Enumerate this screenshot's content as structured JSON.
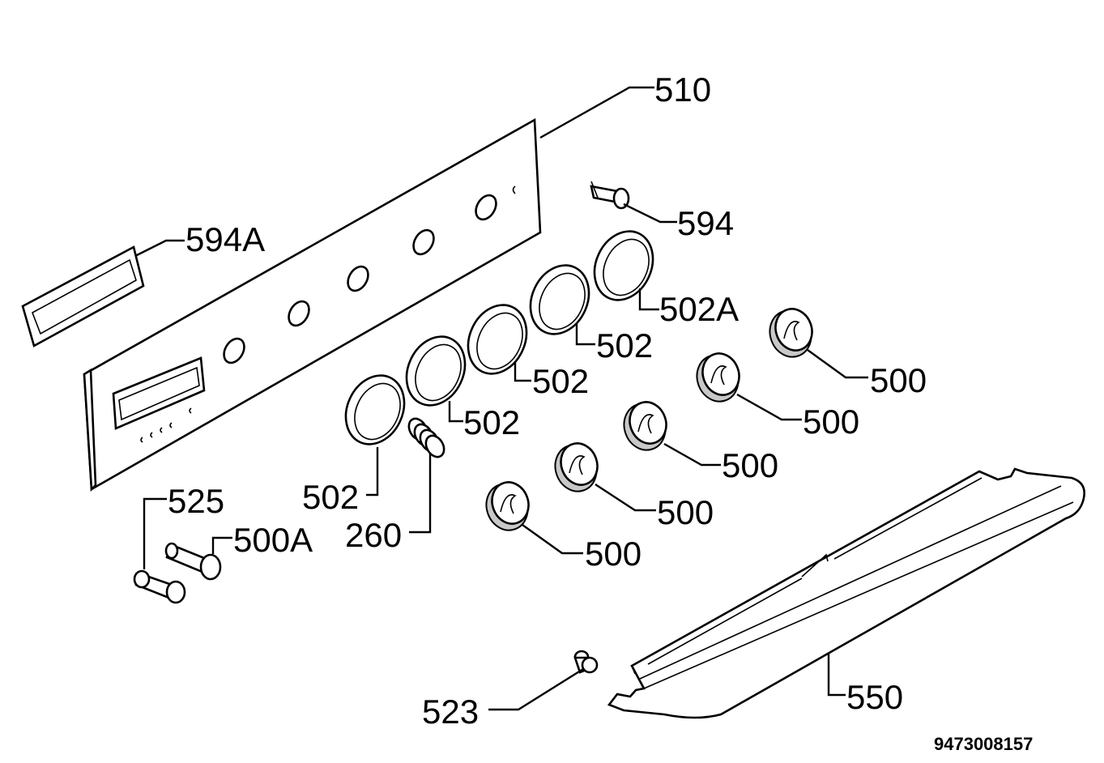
{
  "labels": {
    "p510": "510",
    "p594a": "594A",
    "p594": "594",
    "p502a": "502A",
    "p502_1": "502",
    "p502_2": "502",
    "p502_3": "502",
    "p502_4": "502",
    "p500_1": "500",
    "p500_2": "500",
    "p500_3": "500",
    "p500_4": "500",
    "p500_5": "500",
    "p525": "525",
    "p500a": "500A",
    "p260": "260",
    "p523": "523",
    "p550": "550"
  },
  "doc_number": "9473008157"
}
